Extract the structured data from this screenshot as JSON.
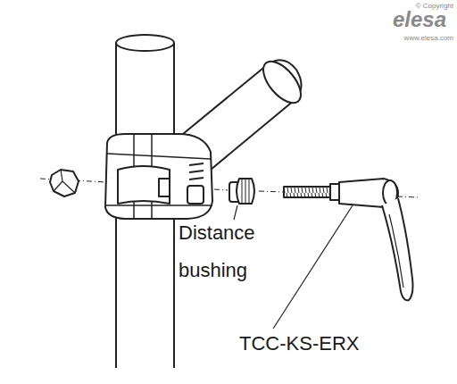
{
  "diagram": {
    "labels": [
      "© Copyright",
      "elesa",
      "www.elesa.com",
      "Distance bushing",
      "TCC-KS-ERX"
    ]
  }
}
